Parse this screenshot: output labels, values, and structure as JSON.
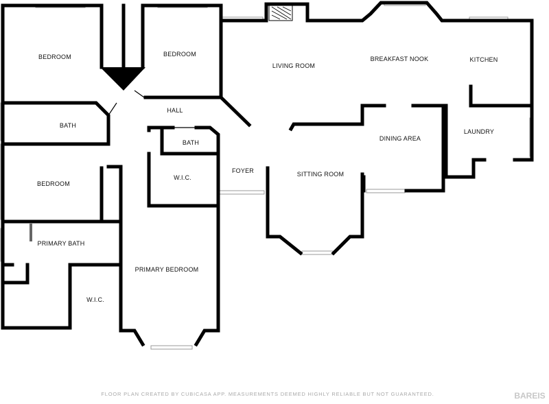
{
  "rooms": {
    "bedroom_nw": "BEDROOM",
    "bedroom_n": "BEDROOM",
    "living_room": "LIVING ROOM",
    "breakfast_nook": "BREAKFAST NOOK",
    "kitchen": "KITCHEN",
    "hall": "HALL",
    "bath_1": "BATH",
    "bath_2": "BATH",
    "laundry": "LAUNDRY",
    "dining_area": "DINING AREA",
    "bedroom_w": "BEDROOM",
    "wic_1": "W.I.C.",
    "foyer": "FOYER",
    "sitting_room": "SITTING ROOM",
    "primary_bath": "PRIMARY BATH",
    "primary_bedroom": "PRIMARY BEDROOM",
    "wic_2": "W.I.C."
  },
  "footer": {
    "disclaimer": "FLOOR PLAN CREATED BY CUBICASA APP. MEASUREMENTS DEEMED HIGHLY RELIABLE BUT NOT GUARANTEED."
  },
  "watermark": {
    "text": "BAREIS"
  },
  "icons": {
    "fireplace": "fireplace-icon",
    "entry_marker": "entry-arrow-icon"
  },
  "colors": {
    "wall": "#000000",
    "window": "#9a9a9a",
    "footer_text": "#a9a9a9",
    "watermark": "#c7c7c7"
  }
}
